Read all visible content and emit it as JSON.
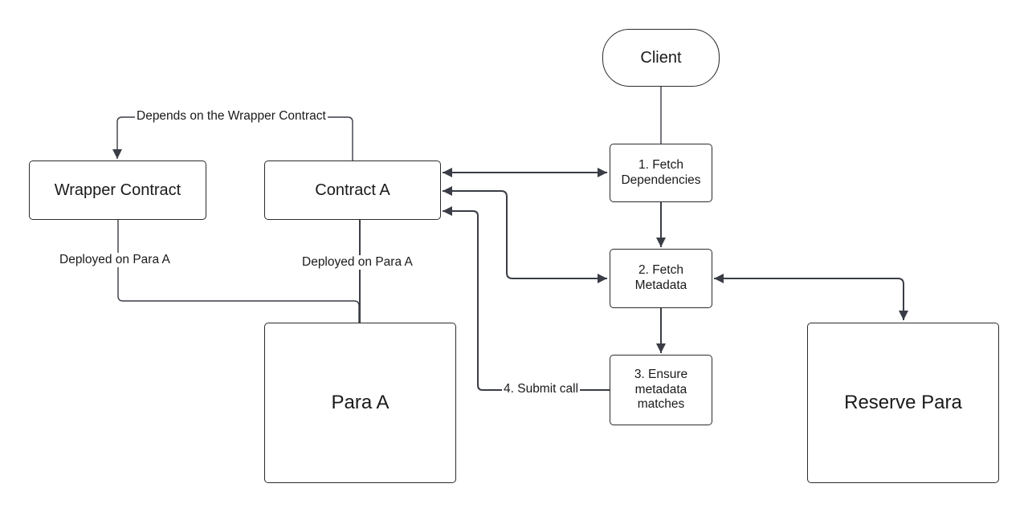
{
  "nodes": {
    "client": "Client",
    "wrapper_contract": "Wrapper Contract",
    "contract_a": "Contract A",
    "fetch_dependencies": "1. Fetch\nDependencies",
    "fetch_metadata": "2. Fetch\nMetadata",
    "ensure_metadata": "3. Ensure\nmetadata\nmatches",
    "para_a": "Para A",
    "reserve_para": "Reserve Para"
  },
  "edge_labels": {
    "depends": "Depends on the Wrapper Contract",
    "deployed_wrapper": "Deployed on Para A",
    "deployed_contract": "Deployed on Para A",
    "submit_call": "4. Submit call"
  },
  "colors": {
    "line": "#3a3d46",
    "border": "#2b2b2b"
  }
}
